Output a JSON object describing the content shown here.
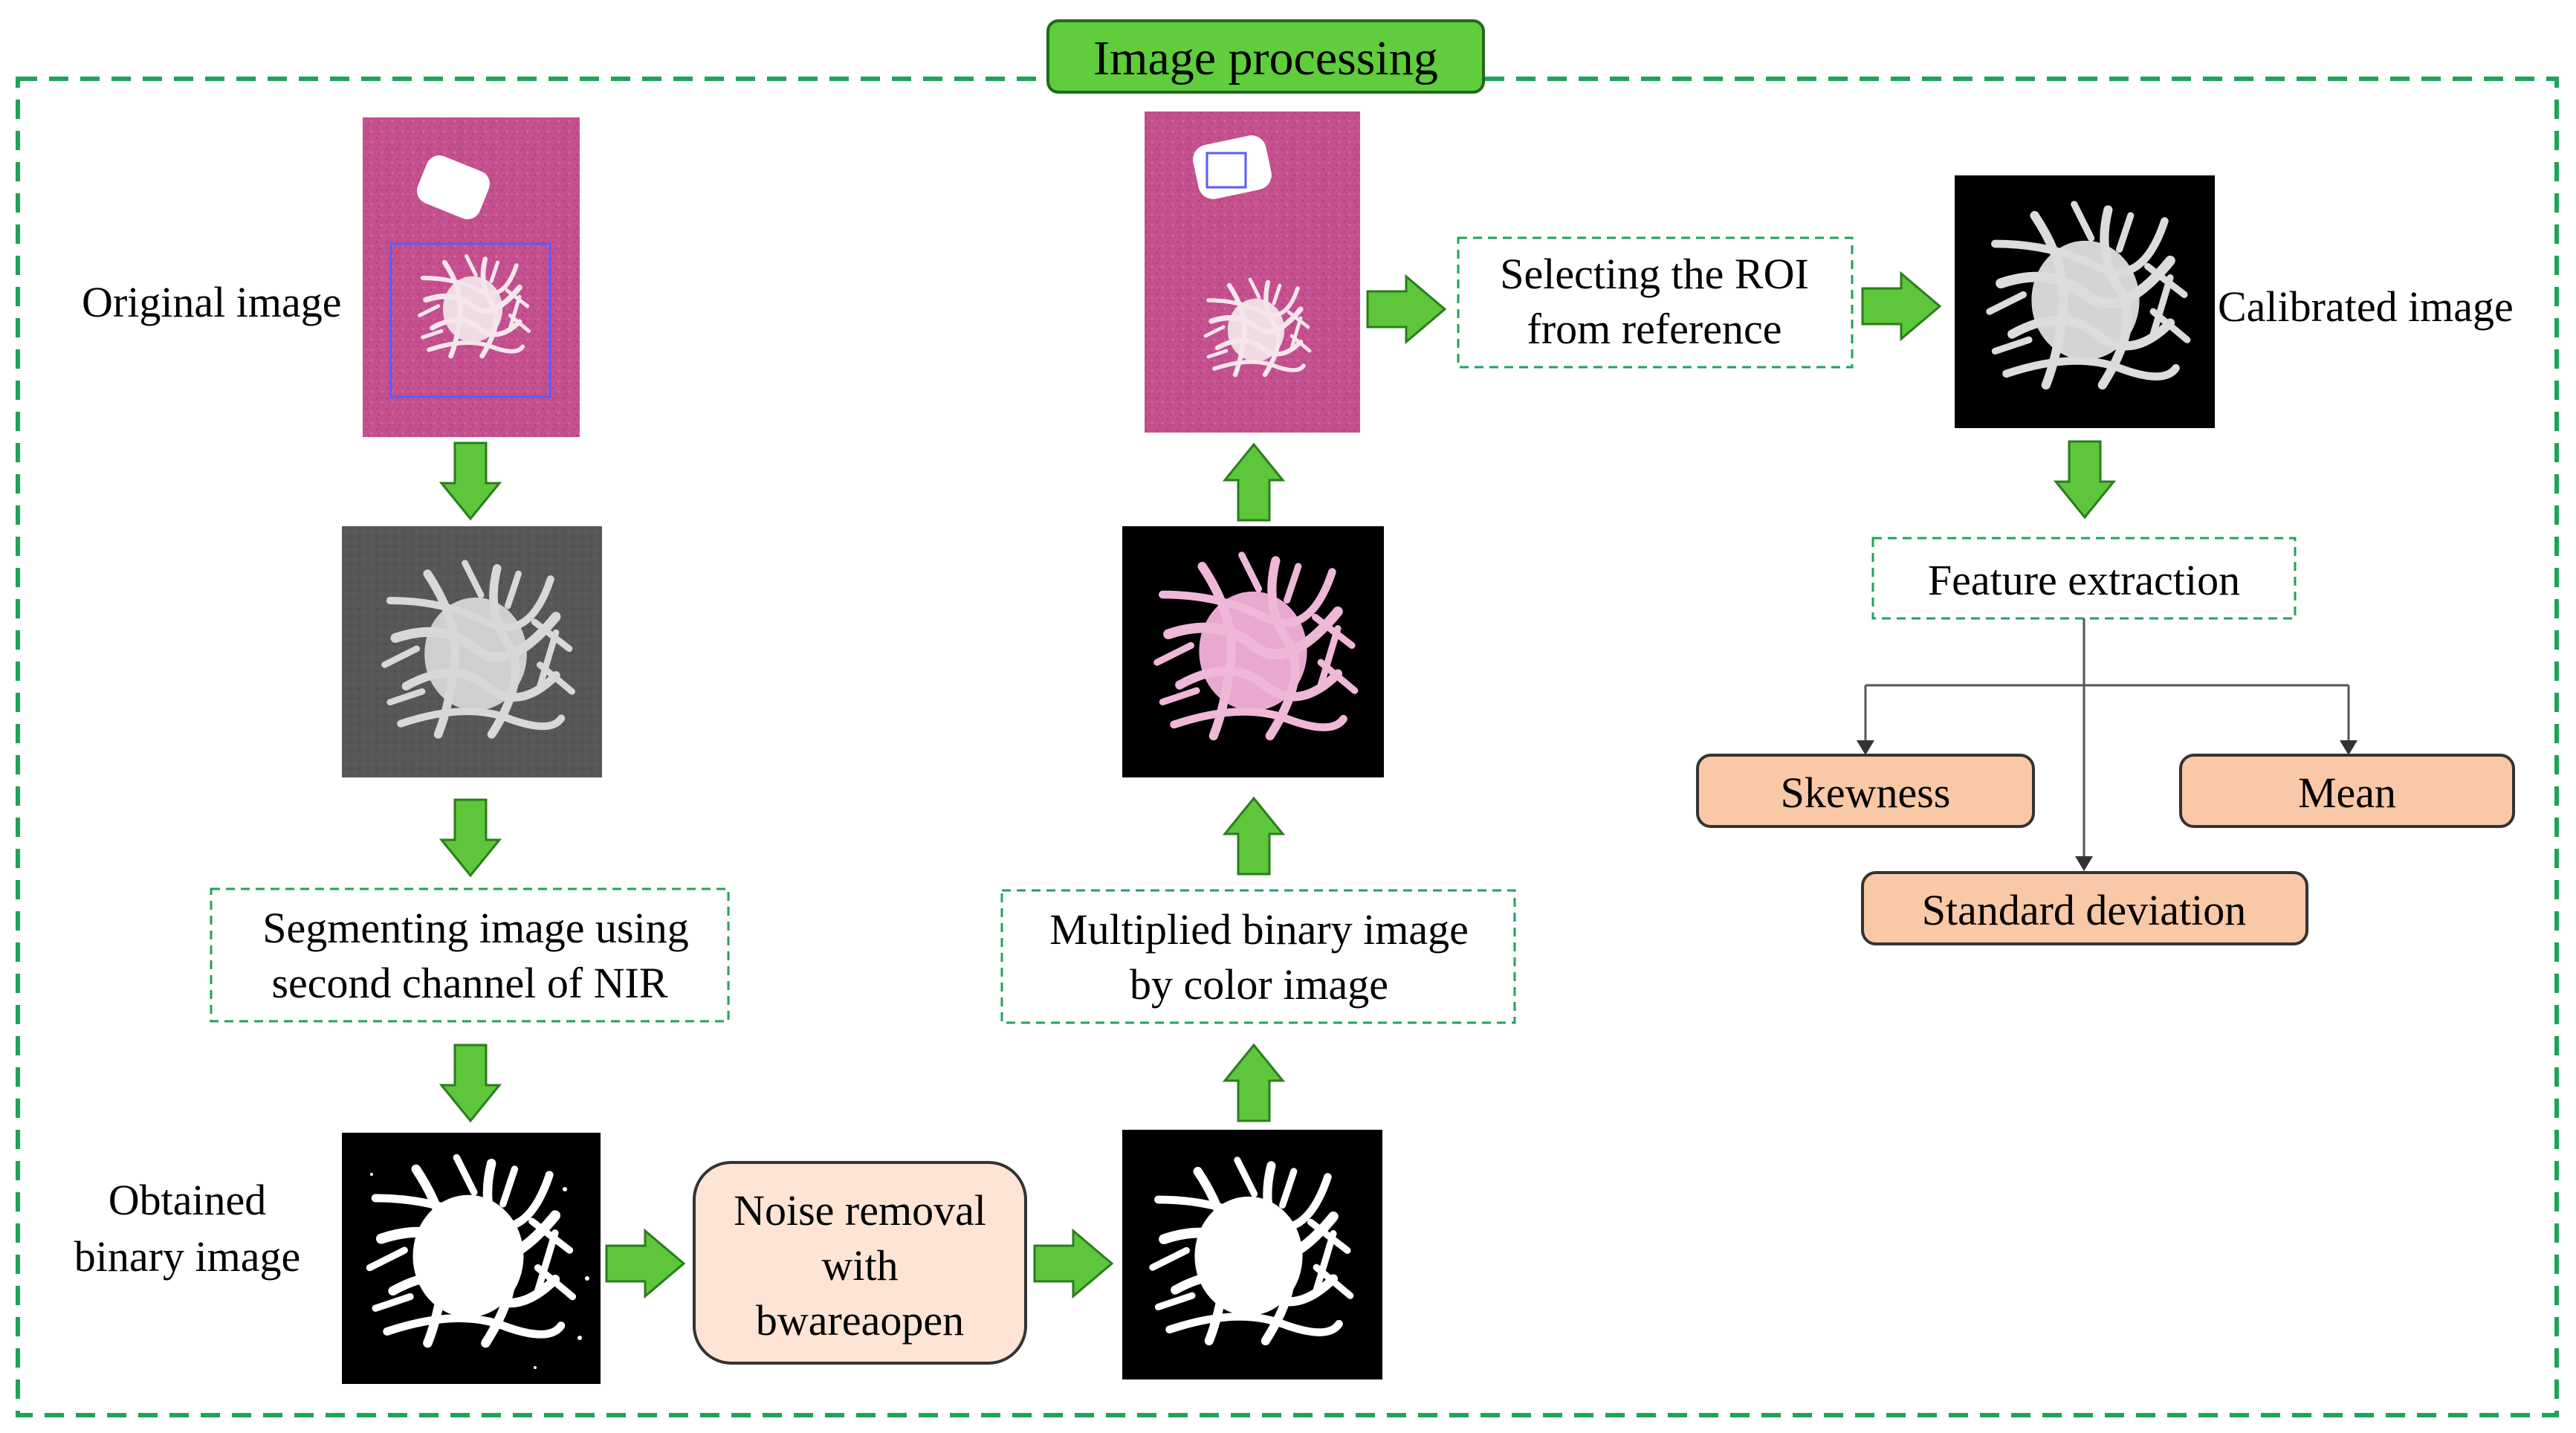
{
  "title": "Image processing",
  "labels": {
    "original_image": "Original image",
    "calibrated_image": "Calibrated image",
    "obtained_binary_line1": "Obtained",
    "obtained_binary_line2": "binary image"
  },
  "steps": {
    "segmenting_line1": "Segmenting image using",
    "segmenting_line2": "second channel of NIR",
    "noise_line1": "Noise removal",
    "noise_line2": "with",
    "noise_line3": "bwareaopen",
    "multiplied_line1": "Multiplied binary image",
    "multiplied_line2": "by color image",
    "roi_line1": "Selecting the ROI",
    "roi_line2": "from reference",
    "feature_extraction": "Feature extraction"
  },
  "features": {
    "skewness": "Skewness",
    "mean": "Mean",
    "std": "Standard deviation"
  },
  "colors": {
    "green_border": "#1ea35a",
    "title_fill": "#5fcd3c",
    "arrow_fill": "#5ec63b",
    "feature_fill": "#f9c8a6",
    "noise_fill": "#fde4d4",
    "magenta_bg": "#c4508e"
  }
}
